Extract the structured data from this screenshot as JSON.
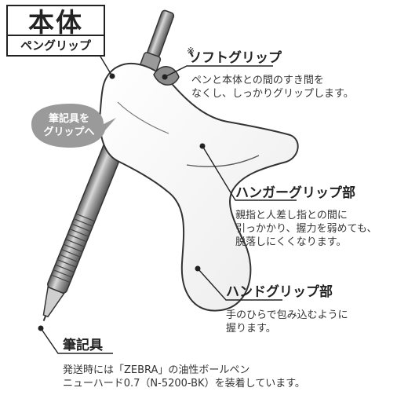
{
  "title": {
    "main": "本体",
    "sub": "ペングリップ"
  },
  "bubble": {
    "line1": "筆記具を",
    "line2": "グリップへ"
  },
  "soft_grip": {
    "note_mark": "※",
    "label": "ソフトグリップ",
    "desc_line1": "ペンと本体との間のすき間を",
    "desc_line2": "なくし、しっかりグリップします。"
  },
  "hanger_grip": {
    "label": "ハンガーグリップ部",
    "desc_line1": "親指と人差し指との間に",
    "desc_line2": "引っかかり、握力を弱めても、",
    "desc_line3": "脱落しにくくなります。"
  },
  "hand_grip": {
    "label": "ハンドグリップ部",
    "desc_line1": "手のひらで包み込むように",
    "desc_line2": "握ります。"
  },
  "writing_tool": {
    "label": "筆記具",
    "desc_line1": "発送時には「ZEBRA」の油性ボールペン",
    "desc_line2": "ニューハード0.7（N-5200-BK）を装着しています。"
  },
  "colors": {
    "text": "#222222",
    "bubble": "#9a9a9a",
    "pen_gray": "#8c8c8c",
    "outline": "#333333"
  }
}
